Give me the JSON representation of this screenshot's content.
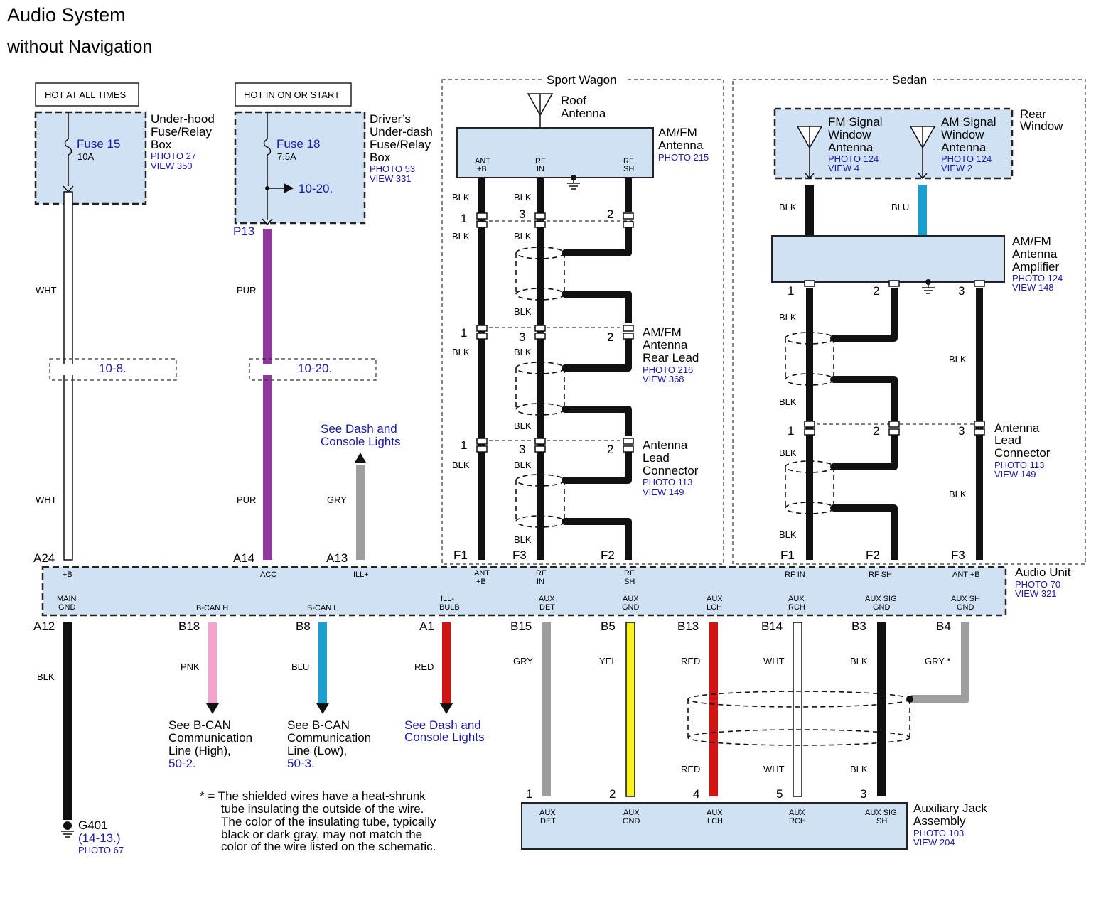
{
  "title": "Audio System",
  "subtitle": "without Navigation",
  "colors": {
    "wire_black": "#111111",
    "wht": "#ffffff",
    "pur": "#8e3a9a",
    "gry": "#9e9e9e",
    "pnk": "#f3a3cc",
    "blu": "#1b9fcf",
    "red": "#d11414",
    "yel": "#f6f21e",
    "box_fill": "#d0e1f4",
    "link_blue": "#1a1aa6"
  },
  "power": {
    "hot_always": "HOT AT ALL TIMES",
    "hot_in_on": "HOT IN ON OR START",
    "fuse15": {
      "name": "Fuse 15",
      "amp": "10A"
    },
    "fuse18": {
      "name": "Fuse 18",
      "amp": "7.5A"
    },
    "underhood": {
      "l1": "Under-hood",
      "l2": "Fuse/Relay",
      "l3": "Box",
      "photo": "PHOTO 27",
      "view": "VIEW 350"
    },
    "underdash": {
      "l1": "Driver’s",
      "l2": "Under-dash",
      "l3": "Fuse/Relay",
      "l4": "Box",
      "photo": "PHOTO 53",
      "view": "VIEW 331"
    },
    "ref_1020a": "10-20.",
    "ref_108": "10-8.",
    "ref_1020b": "10-20."
  },
  "sections": {
    "wagon": "Sport Wagon",
    "sedan": "Sedan"
  },
  "wagon": {
    "roof1": "Roof",
    "roof2": "Antenna",
    "amfm": {
      "l1": "AM/FM",
      "l2": "Antenna",
      "photo": "PHOTO 215"
    },
    "pins_top": [
      "ANT",
      "+B",
      "RF",
      "IN",
      "RF",
      "SH"
    ],
    "rear": {
      "l1": "AM/FM",
      "l2": "Antenna",
      "l3": "Rear Lead",
      "photo": "PHOTO 216",
      "view": "VIEW 368"
    },
    "lead": {
      "l1": "Antenna",
      "l2": "Lead",
      "l3": "Connector",
      "photo": "PHOTO 113",
      "view": "VIEW 149"
    },
    "n1": "1",
    "n2": "2",
    "n3": "3",
    "f1": "F1",
    "f2": "F2",
    "f3": "F3"
  },
  "sedan": {
    "rear1": "Rear",
    "rear2": "Window",
    "fm": {
      "l1": "FM Signal",
      "l2": "Window",
      "l3": "Antenna",
      "photo": "PHOTO 124",
      "view": "VIEW 4"
    },
    "am": {
      "l1": "AM Signal",
      "l2": "Window",
      "l3": "Antenna",
      "photo": "PHOTO 124",
      "view": "VIEW 2"
    },
    "amp": {
      "l1": "AM/FM",
      "l2": "Antenna",
      "l3": "Amplifier",
      "photo": "PHOTO 124",
      "view": "VIEW 148"
    },
    "lead": {
      "l1": "Antenna",
      "l2": "Lead",
      "l3": "Connector",
      "photo": "PHOTO 113",
      "view": "VIEW 149"
    }
  },
  "wire_colors": {
    "blk": "BLK",
    "wht": "WHT",
    "pur": "PUR",
    "gry": "GRY",
    "blu": "BLU",
    "pnk": "PNK",
    "red": "RED",
    "yel": "YEL",
    "gry_star": "GRY *"
  },
  "dash_lights": {
    "l1": "See Dash and",
    "l2": "Console Lights"
  },
  "audio_unit": {
    "l1": "Audio Unit",
    "photo": "PHOTO 70",
    "view": "VIEW 321",
    "top_pins": {
      "b": "+B",
      "acc": "ACC",
      "ill": "ILL+",
      "ant1": "ANT",
      "ant2": "+B",
      "rfin1": "RF",
      "rfin2": "IN",
      "rfsh1": "RF",
      "rfsh2": "SH",
      "rfin_s": "RF IN",
      "rfsh_s": "RF SH",
      "antb_s": "ANT +B"
    },
    "bot_pins": {
      "main1": "MAIN",
      "main2": "GND",
      "bcanh": "B-CAN H",
      "bcanl": "B-CAN L",
      "ill1": "ILL-",
      "ill2": "BULB",
      "aux": "AUX",
      "det": "DET",
      "gnd": "GND",
      "lch": "LCH",
      "rch": "RCH",
      "sig": "AUX SIG",
      "shg": "AUX SH"
    },
    "top_conn": {
      "a24": "A24",
      "a14": "A14",
      "a13": "A13",
      "p13": "P13"
    },
    "bot_conn": {
      "a12": "A12",
      "b18": "B18",
      "b8": "B8",
      "a1": "A1",
      "b15": "B15",
      "b5": "B5",
      "b13": "B13",
      "b14": "B14",
      "b3": "B3",
      "b4": "B4"
    }
  },
  "bcan_h": {
    "l1": "See B-CAN",
    "l2": "Communication",
    "l3": "Line (High),",
    "ref": "50-2."
  },
  "bcan_l": {
    "l1": "See B-CAN",
    "l2": "Communication",
    "l3": "Line (Low),",
    "ref": "50-3."
  },
  "ground": {
    "name": "G401",
    "ref": "(14-13.)",
    "photo": "PHOTO 67"
  },
  "note": {
    "l1": "* = The shielded wires have a heat-shrunk",
    "l2": "tube insulating the outside of the wire.",
    "l3": "The color of the insulating tube, typically",
    "l4": "black or dark gray, may not match the",
    "l5": "color of the wire listed on the schematic."
  },
  "aux_jack": {
    "l1": "Auxiliary Jack",
    "l2": "Assembly",
    "photo": "PHOTO 103",
    "view": "VIEW 204",
    "pins": {
      "p1": "1",
      "p2": "2",
      "p4": "4",
      "p5": "5",
      "p3": "3",
      "aux": "AUX",
      "det": "DET",
      "gnd": "GND",
      "lch": "LCH",
      "rch": "RCH",
      "sig": "AUX SIG",
      "sh": "SH"
    }
  }
}
